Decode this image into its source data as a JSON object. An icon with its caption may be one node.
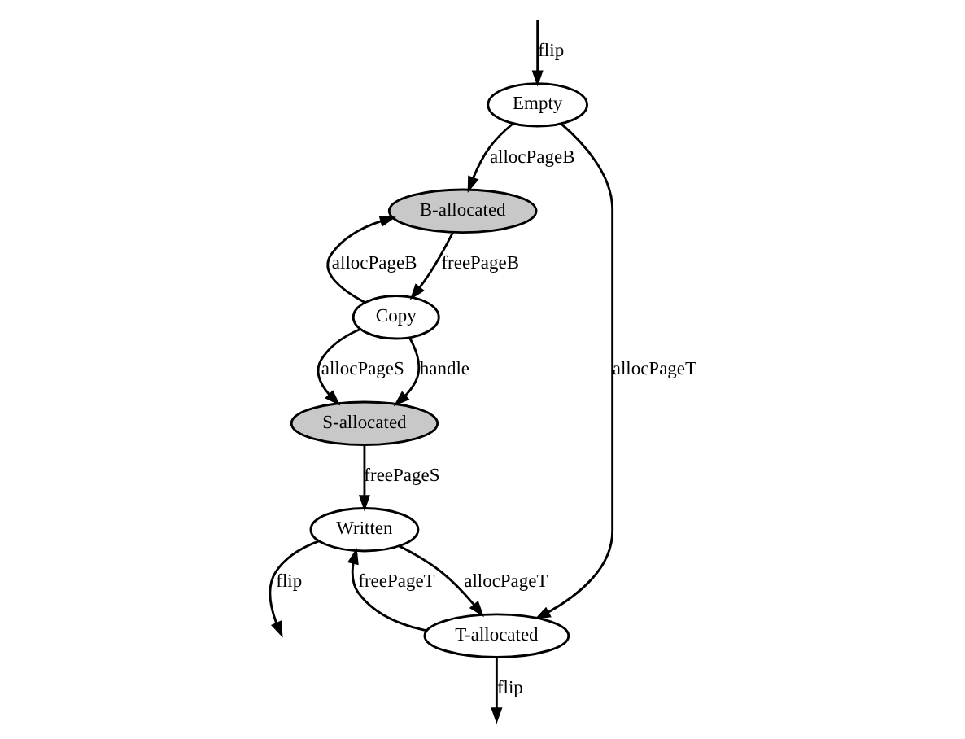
{
  "diagram": {
    "nodes": [
      {
        "text": [
          "Empty"
        ]
      },
      {
        "text": [
          "B-allocated"
        ]
      },
      {
        "text": [
          "T-allocated"
        ]
      },
      {
        "text": [
          "Copy"
        ]
      },
      {
        "text": [
          "S-allocated"
        ]
      },
      {
        "text": [
          "Written"
        ]
      }
    ],
    "edges": [
      {
        "from": null,
        "to": 0,
        "arrow": "to",
        "label": "flip"
      },
      {
        "from": 0,
        "to": 2,
        "arrow": "to",
        "label": "allocPageT"
      },
      {
        "from": 0,
        "to": 1,
        "arrow": "to",
        "label": "allocPageB"
      },
      {
        "from": 1,
        "to": 3,
        "arrow": "to",
        "label": "freePageB"
      },
      {
        "from": 3,
        "to": 1,
        "arrow": "to",
        "label": "allocPageB"
      },
      {
        "from": 2,
        "to": null,
        "arrow": "to",
        "label": "flip"
      },
      {
        "from": 3,
        "to": 4,
        "arrow": "to",
        "label": "handle"
      },
      {
        "from": 3,
        "to": 4,
        "arrow": "to",
        "label": "allocPageS"
      },
      {
        "from": 2,
        "to": 5,
        "arrow": "to",
        "label": "freePageT"
      },
      {
        "from": 5,
        "to": 2,
        "arrow": "to",
        "label": "allocPageT"
      },
      {
        "from": 4,
        "to": 5,
        "arrow": "to",
        "label": "freePageS"
      },
      {
        "from": 5,
        "to": null,
        "arrow": "to",
        "label": "flip"
      }
    ]
  }
}
